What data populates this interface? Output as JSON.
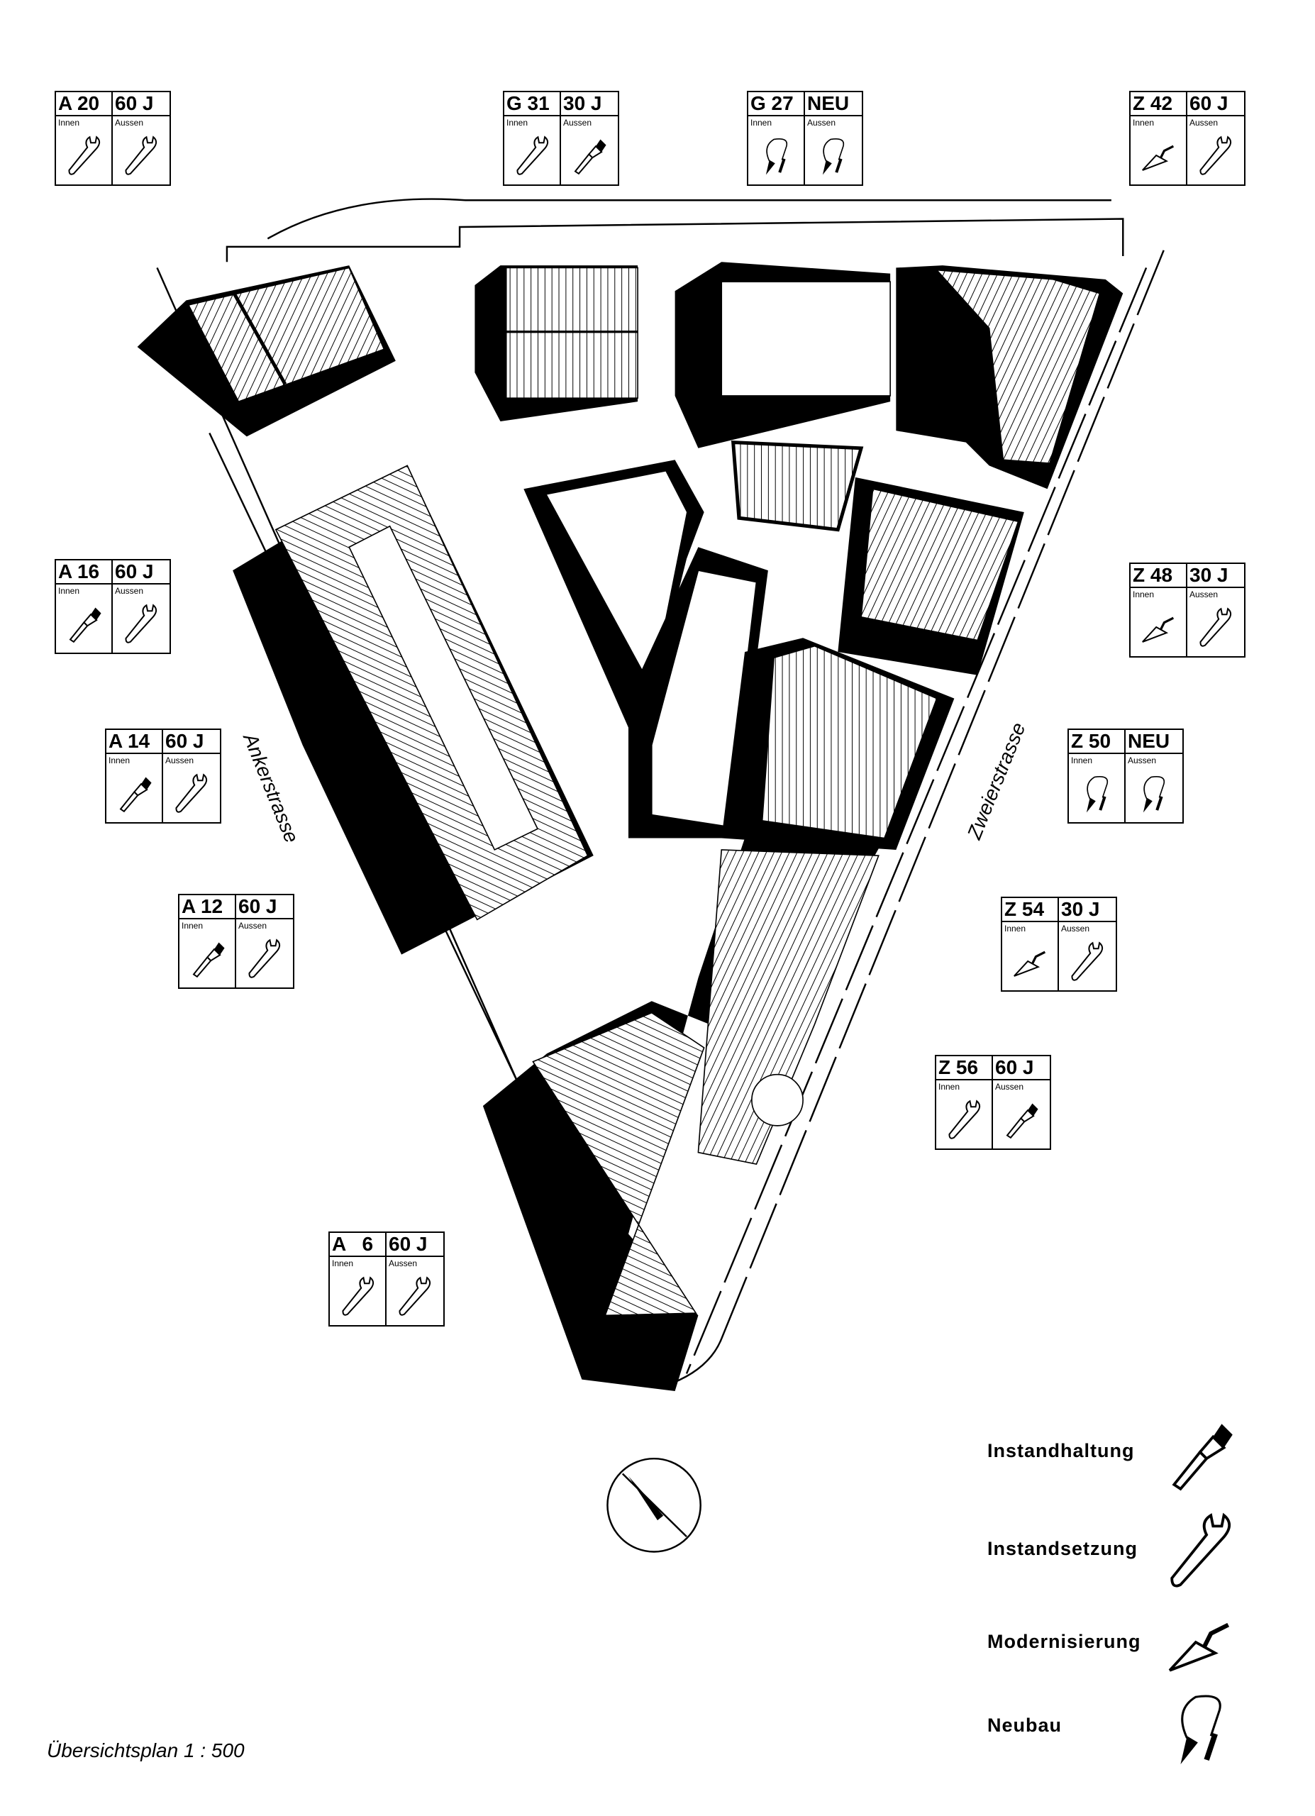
{
  "labels": [
    {
      "id": "A 20",
      "age": "60 J",
      "innen": "Innen",
      "aussen": "Aussen",
      "innen_icon": "wrench",
      "aussen_icon": "wrench"
    },
    {
      "id": "G 31",
      "age": "30 J",
      "innen": "Innen",
      "aussen": "Aussen",
      "innen_icon": "wrench",
      "aussen_icon": "brush"
    },
    {
      "id": "G 27",
      "age": "NEU",
      "innen": "Innen",
      "aussen": "Aussen",
      "innen_icon": "plumb",
      "aussen_icon": "plumb"
    },
    {
      "id": "Z 42",
      "age": "60 J",
      "innen": "Innen",
      "aussen": "Aussen",
      "innen_icon": "trowel",
      "aussen_icon": "wrench"
    },
    {
      "id": "A 16",
      "age": "60 J",
      "innen": "Innen",
      "aussen": "Aussen",
      "innen_icon": "brush",
      "aussen_icon": "wrench"
    },
    {
      "id": "Z 48",
      "age": "30 J",
      "innen": "Innen",
      "aussen": "Aussen",
      "innen_icon": "trowel",
      "aussen_icon": "wrench"
    },
    {
      "id": "A 14",
      "age": "60 J",
      "innen": "Innen",
      "aussen": "Aussen",
      "innen_icon": "brush",
      "aussen_icon": "wrench"
    },
    {
      "id": "Z 50",
      "age": "NEU",
      "innen": "Innen",
      "aussen": "Aussen",
      "innen_icon": "plumb",
      "aussen_icon": "plumb"
    },
    {
      "id": "A 12",
      "age": "60 J",
      "innen": "Innen",
      "aussen": "Aussen",
      "innen_icon": "brush",
      "aussen_icon": "wrench"
    },
    {
      "id": "Z 54",
      "age": "30 J",
      "innen": "Innen",
      "aussen": "Aussen",
      "innen_icon": "trowel",
      "aussen_icon": "wrench"
    },
    {
      "id": "Z 56",
      "age": "60 J",
      "innen": "Innen",
      "aussen": "Aussen",
      "innen_icon": "wrench",
      "aussen_icon": "brush"
    },
    {
      "id": "A   6",
      "age": "60 J",
      "innen": "Innen",
      "aussen": "Aussen",
      "innen_icon": "wrench",
      "aussen_icon": "wrench"
    }
  ],
  "streets": {
    "left": "Ankerstrasse",
    "right": "Zweierstrasse"
  },
  "legend": [
    {
      "label": "Instandhaltung",
      "icon": "brush"
    },
    {
      "label": "Instandsetzung",
      "icon": "wrench"
    },
    {
      "label": "Modernisierung",
      "icon": "trowel"
    },
    {
      "label": "Neubau",
      "icon": "plumb"
    }
  ],
  "caption": "Übersichtsplan 1 : 500"
}
